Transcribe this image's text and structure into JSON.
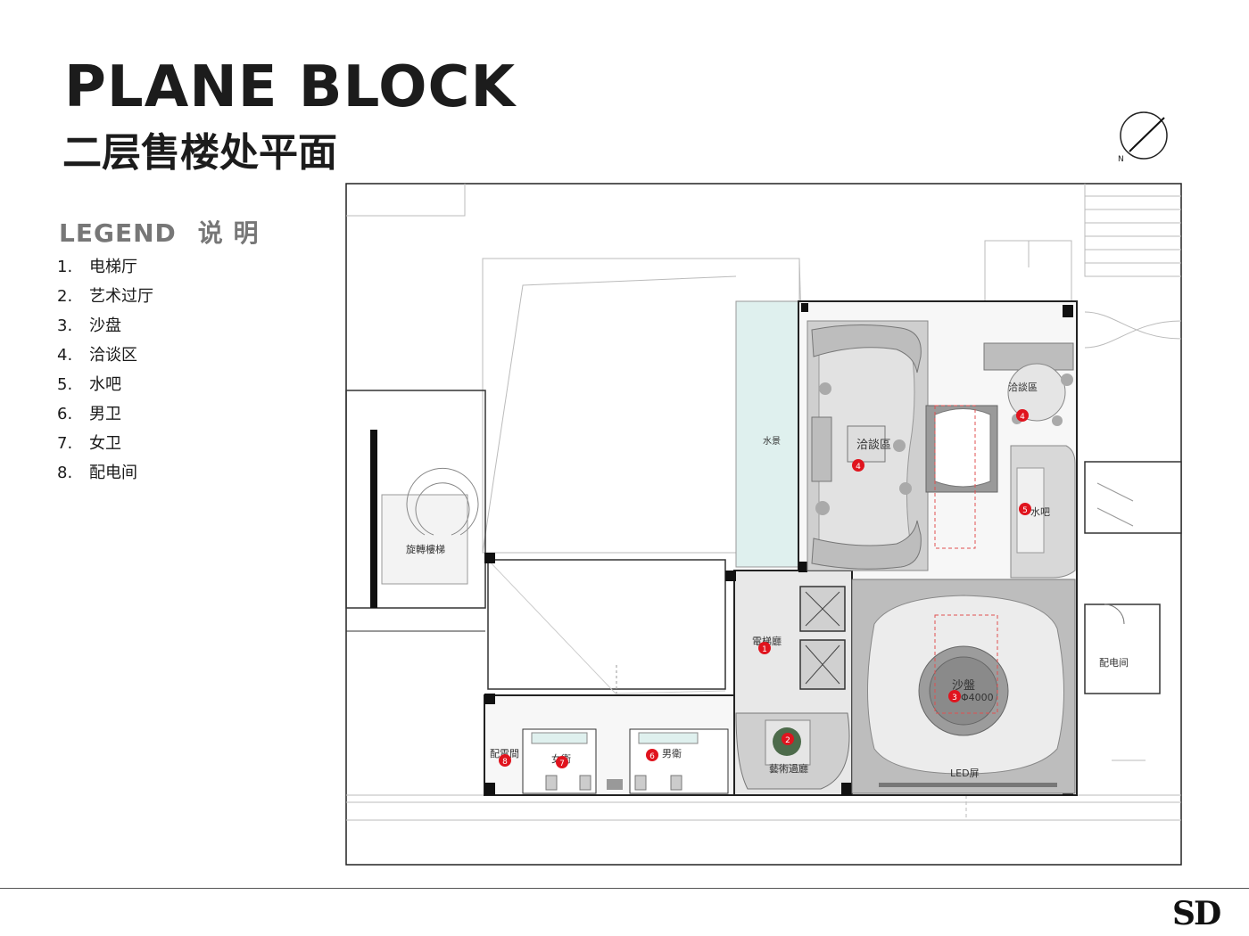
{
  "header": {
    "title": "PLANE BLOCK",
    "subtitle": "二层售楼处平面"
  },
  "legend": {
    "heading_en": "LEGEND",
    "heading_cn": "说 明",
    "items": [
      {
        "num": "1.",
        "label": "电梯厅"
      },
      {
        "num": "2.",
        "label": "艺术过厅"
      },
      {
        "num": "3.",
        "label": "沙盘"
      },
      {
        "num": "4.",
        "label": "洽谈区"
      },
      {
        "num": "5.",
        "label": "水吧"
      },
      {
        "num": "6.",
        "label": "男卫"
      },
      {
        "num": "7.",
        "label": "女卫"
      },
      {
        "num": "8.",
        "label": "配电间"
      }
    ]
  },
  "plan": {
    "labels": {
      "water": "水景",
      "stair": "旋轉樓梯",
      "elevator_hall": "電梯廳",
      "art_hall": "藝術過廳",
      "sand_table": "沙盤",
      "sand_size": "Φ4000",
      "led": "LED屏",
      "negotiation_left": "洽談區",
      "negotiation_right": "洽談區",
      "water_bar": "水吧",
      "mens": "男衛",
      "womens": "女衛",
      "power_left": "配電間",
      "power_right": "配电间"
    },
    "markers": [
      "1",
      "2",
      "3",
      "4",
      "4",
      "5",
      "6",
      "7",
      "8"
    ],
    "marker_color": "#e0141e"
  },
  "compass": {
    "icon": "north-arrow-icon",
    "label": "N"
  },
  "footer": {
    "logo": "SD"
  }
}
